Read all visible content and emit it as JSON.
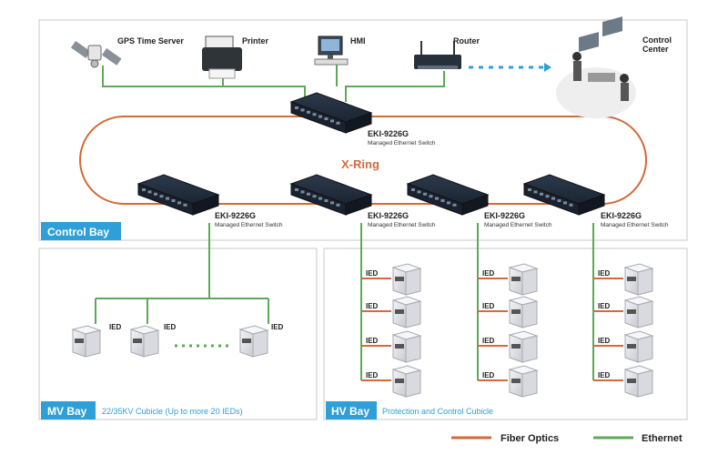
{
  "devices": {
    "gps": "GPS Time Server",
    "printer": "Printer",
    "hmi": "HMI",
    "router": "Router",
    "control_center_line1": "Control",
    "control_center_line2": "Center"
  },
  "ring_label": "X-Ring",
  "switch": {
    "model": "EKI-9226G",
    "desc": "Managed Ethernet Switch"
  },
  "ied_label": "IED",
  "bays": {
    "control": {
      "tag": "Control Bay"
    },
    "mv": {
      "tag": "MV Bay",
      "desc": "22/35KV Cubicle (Up to more 20 IEDs)"
    },
    "hv": {
      "tag": "HV Bay",
      "desc": "Protection and Control Cubicle"
    }
  },
  "legend": {
    "fiber": "Fiber Optics",
    "ethernet": "Ethernet"
  },
  "colors": {
    "fiber": "#d4693a",
    "ethernet": "#5fa85a",
    "bay_tag": "#2e9fd7",
    "dotted": "#2e9fd7"
  }
}
